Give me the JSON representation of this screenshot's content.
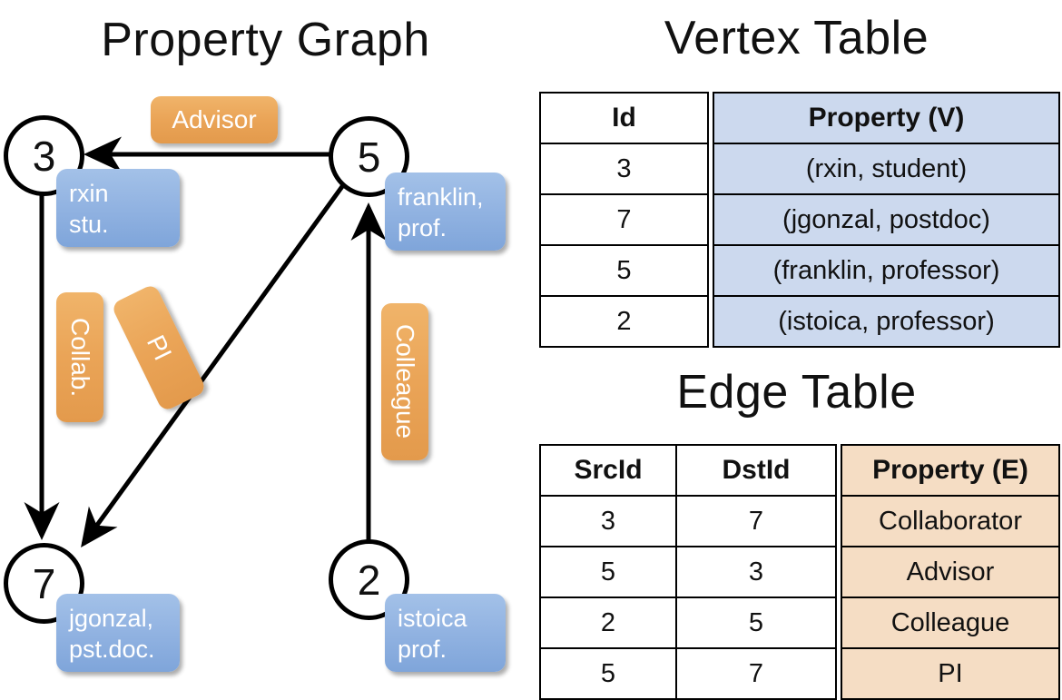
{
  "titles": {
    "property_graph": "Property Graph",
    "vertex_table": "Vertex Table",
    "edge_table": "Edge Table"
  },
  "graph": {
    "nodes": [
      {
        "id": "3",
        "label_lines": [
          "rxin",
          "stu."
        ]
      },
      {
        "id": "5",
        "label_lines": [
          "franklin,",
          "prof."
        ]
      },
      {
        "id": "7",
        "label_lines": [
          "jgonzal,",
          "pst.doc."
        ]
      },
      {
        "id": "2",
        "label_lines": [
          "istoica",
          "prof."
        ]
      }
    ],
    "edge_labels": [
      {
        "text": "Advisor",
        "orientation": "horizontal"
      },
      {
        "text": "Collab.",
        "orientation": "vertical"
      },
      {
        "text": "PI",
        "orientation": "vertical-tilted"
      },
      {
        "text": "Colleague",
        "orientation": "vertical"
      }
    ],
    "edges": [
      {
        "from": "5",
        "to": "3",
        "label": "Advisor"
      },
      {
        "from": "3",
        "to": "7",
        "label": "Collab."
      },
      {
        "from": "5",
        "to": "7",
        "label": "PI"
      },
      {
        "from": "2",
        "to": "5",
        "label": "Colleague"
      }
    ]
  },
  "vertex_table": {
    "headers": [
      "Id",
      "Property (V)"
    ],
    "rows": [
      {
        "id": "3",
        "property": "(rxin, student)"
      },
      {
        "id": "7",
        "property": "(jgonzal, postdoc)"
      },
      {
        "id": "5",
        "property": "(franklin, professor)"
      },
      {
        "id": "2",
        "property": "(istoica, professor)"
      }
    ]
  },
  "edge_table": {
    "headers": [
      "SrcId",
      "DstId",
      "Property (E)"
    ],
    "rows": [
      {
        "src": "3",
        "dst": "7",
        "property": "Collaborator"
      },
      {
        "src": "5",
        "dst": "3",
        "property": "Advisor"
      },
      {
        "src": "2",
        "dst": "5",
        "property": "Colleague"
      },
      {
        "src": "5",
        "dst": "7",
        "property": "PI"
      }
    ]
  },
  "colors": {
    "vertex_property_fill": "#ccd9ee",
    "edge_property_fill": "#f5ddc4",
    "node_box_blue": "#93b4e2",
    "edge_badge_orange": "#eaa457",
    "stroke": "#000000",
    "background": "#ffffff"
  }
}
